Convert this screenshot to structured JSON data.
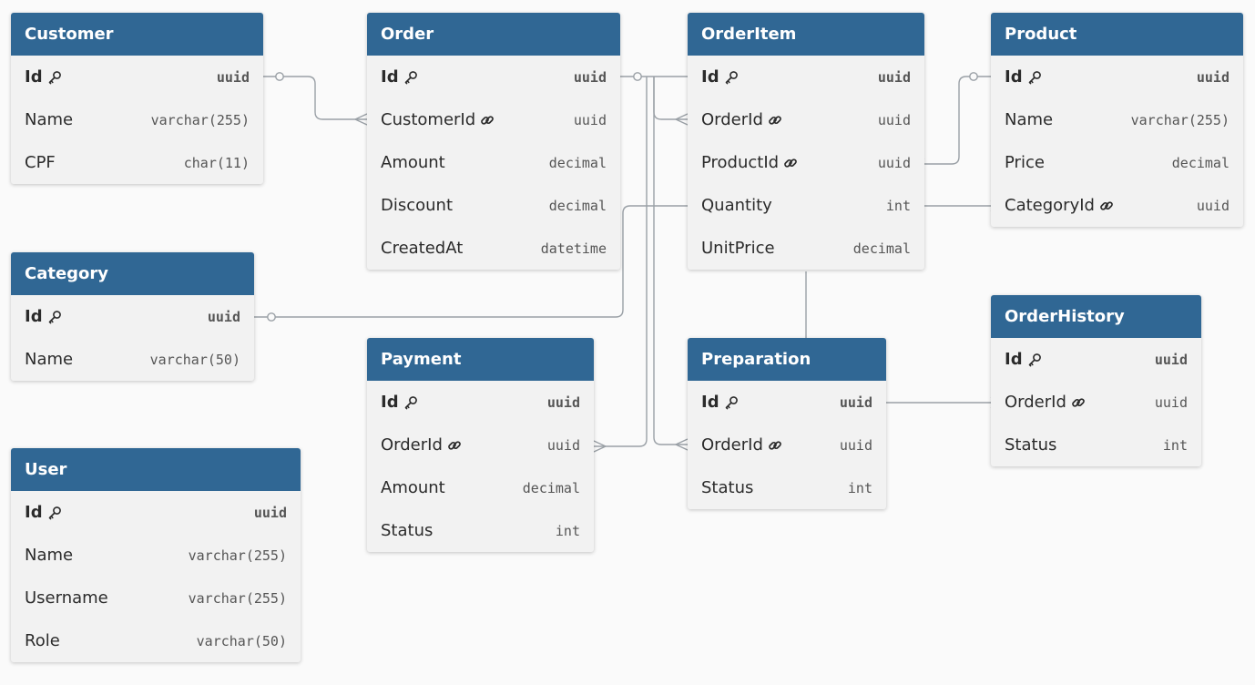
{
  "tables": [
    {
      "id": "customer",
      "name": "Customer",
      "columns": [
        {
          "name": "Id",
          "type": "uuid",
          "pk": true
        },
        {
          "name": "Name",
          "type": "varchar(255)"
        },
        {
          "name": "CPF",
          "type": "char(11)"
        }
      ]
    },
    {
      "id": "order",
      "name": "Order",
      "columns": [
        {
          "name": "Id",
          "type": "uuid",
          "pk": true
        },
        {
          "name": "CustomerId",
          "type": "uuid",
          "fk": true
        },
        {
          "name": "Amount",
          "type": "decimal"
        },
        {
          "name": "Discount",
          "type": "decimal"
        },
        {
          "name": "CreatedAt",
          "type": "datetime"
        }
      ]
    },
    {
      "id": "orderitem",
      "name": "OrderItem",
      "columns": [
        {
          "name": "Id",
          "type": "uuid",
          "pk": true
        },
        {
          "name": "OrderId",
          "type": "uuid",
          "fk": true
        },
        {
          "name": "ProductId",
          "type": "uuid",
          "fk": true
        },
        {
          "name": "Quantity",
          "type": "int"
        },
        {
          "name": "UnitPrice",
          "type": "decimal"
        }
      ]
    },
    {
      "id": "product",
      "name": "Product",
      "columns": [
        {
          "name": "Id",
          "type": "uuid",
          "pk": true
        },
        {
          "name": "Name",
          "type": "varchar(255)"
        },
        {
          "name": "Price",
          "type": "decimal"
        },
        {
          "name": "CategoryId",
          "type": "uuid",
          "fk": true
        }
      ]
    },
    {
      "id": "category",
      "name": "Category",
      "columns": [
        {
          "name": "Id",
          "type": "uuid",
          "pk": true
        },
        {
          "name": "Name",
          "type": "varchar(50)"
        }
      ]
    },
    {
      "id": "payment",
      "name": "Payment",
      "columns": [
        {
          "name": "Id",
          "type": "uuid",
          "pk": true
        },
        {
          "name": "OrderId",
          "type": "uuid",
          "fk": true
        },
        {
          "name": "Amount",
          "type": "decimal"
        },
        {
          "name": "Status",
          "type": "int"
        }
      ]
    },
    {
      "id": "preparation",
      "name": "Preparation",
      "columns": [
        {
          "name": "Id",
          "type": "uuid",
          "pk": true
        },
        {
          "name": "OrderId",
          "type": "uuid",
          "fk": true
        },
        {
          "name": "Status",
          "type": "int"
        }
      ]
    },
    {
      "id": "orderhistory",
      "name": "OrderHistory",
      "columns": [
        {
          "name": "Id",
          "type": "uuid",
          "pk": true
        },
        {
          "name": "OrderId",
          "type": "uuid",
          "fk": true
        },
        {
          "name": "Status",
          "type": "int"
        }
      ]
    },
    {
      "id": "user",
      "name": "User",
      "columns": [
        {
          "name": "Id",
          "type": "uuid",
          "pk": true
        },
        {
          "name": "Name",
          "type": "varchar(255)"
        },
        {
          "name": "Username",
          "type": "varchar(255)"
        },
        {
          "name": "Role",
          "type": "varchar(50)"
        }
      ]
    }
  ],
  "relations": [
    {
      "from": "customer.Id",
      "to": "order.CustomerId",
      "cardinality": "one-to-many"
    },
    {
      "from": "order.Id",
      "to": "orderitem.OrderId",
      "cardinality": "one-to-many"
    },
    {
      "from": "order.Id",
      "to": "payment.OrderId",
      "cardinality": "one-to-many"
    },
    {
      "from": "order.Id",
      "to": "preparation.OrderId",
      "cardinality": "one-to-many"
    },
    {
      "from": "product.Id",
      "to": "orderitem.ProductId",
      "cardinality": "one-to-many"
    },
    {
      "from": "category.Id",
      "to": "product.CategoryId",
      "cardinality": "one-to-many"
    },
    {
      "from": "preparation.Id",
      "to": "orderhistory.OrderId",
      "cardinality": "one-to-many"
    }
  ],
  "icons": {
    "primary_key": "key-icon",
    "foreign_key": "link-icon"
  },
  "colors": {
    "header": "#306794",
    "header_text": "#ffffff",
    "body": "#f2f2f2",
    "line": "#9aa0a6"
  }
}
